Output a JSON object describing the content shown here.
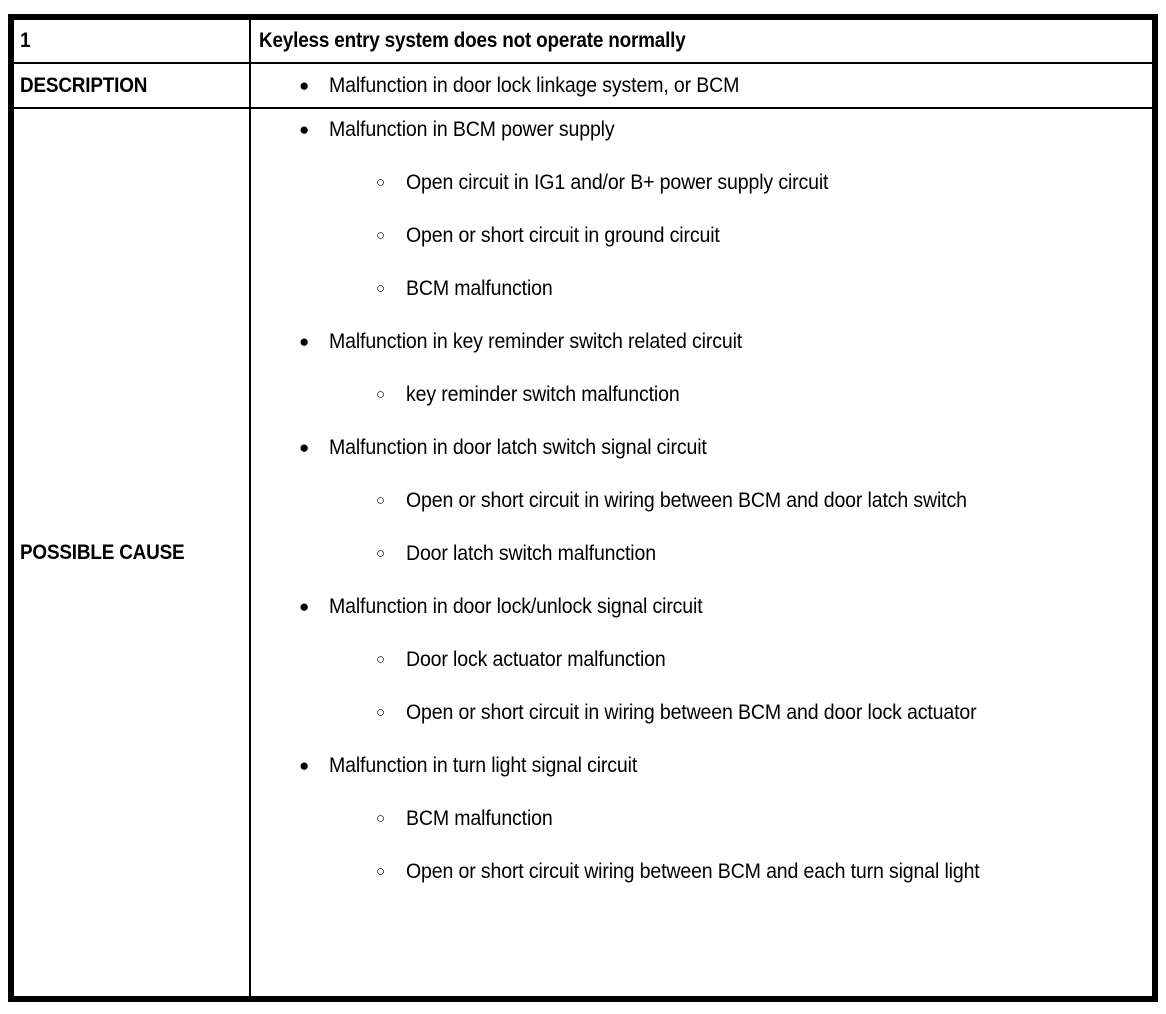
{
  "table": {
    "rows": {
      "title": {
        "number": "1",
        "heading": "Keyless entry system does not operate normally"
      },
      "description": {
        "label": "DESCRIPTION",
        "items": [
          {
            "level": 1,
            "text": "Malfunction in door lock linkage system, or BCM"
          }
        ]
      },
      "possible_cause": {
        "label": "POSSIBLE CAUSE",
        "items": [
          {
            "level": 1,
            "text": "Malfunction in BCM power supply"
          },
          {
            "level": 2,
            "text": "Open circuit in IG1 and/or B+ power supply circuit"
          },
          {
            "level": 2,
            "text": "Open or short circuit in ground circuit"
          },
          {
            "level": 2,
            "text": "BCM malfunction"
          },
          {
            "level": 1,
            "text": "Malfunction in key reminder switch related circuit"
          },
          {
            "level": 2,
            "text": "key reminder switch malfunction"
          },
          {
            "level": 1,
            "text": "Malfunction in door latch switch signal circuit"
          },
          {
            "level": 2,
            "text": "Open or short circuit in wiring between BCM and door latch switch"
          },
          {
            "level": 2,
            "text": "Door latch switch malfunction"
          },
          {
            "level": 1,
            "text": "Malfunction in door lock/unlock signal circuit"
          },
          {
            "level": 2,
            "text": "Door lock actuator malfunction"
          },
          {
            "level": 2,
            "text": "Open or short circuit in wiring between BCM and door lock actuator"
          },
          {
            "level": 1,
            "text": "Malfunction in turn light signal circuit"
          },
          {
            "level": 2,
            "text": "BCM malfunction"
          },
          {
            "level": 2,
            "text": "Open or short circuit wiring between BCM and each turn signal light"
          }
        ]
      }
    }
  },
  "glyphs": {
    "bullet_level1": "●",
    "bullet_level2": "○"
  },
  "colors": {
    "text": "#000000",
    "border": "#000000",
    "background": "#FFFFFF"
  }
}
